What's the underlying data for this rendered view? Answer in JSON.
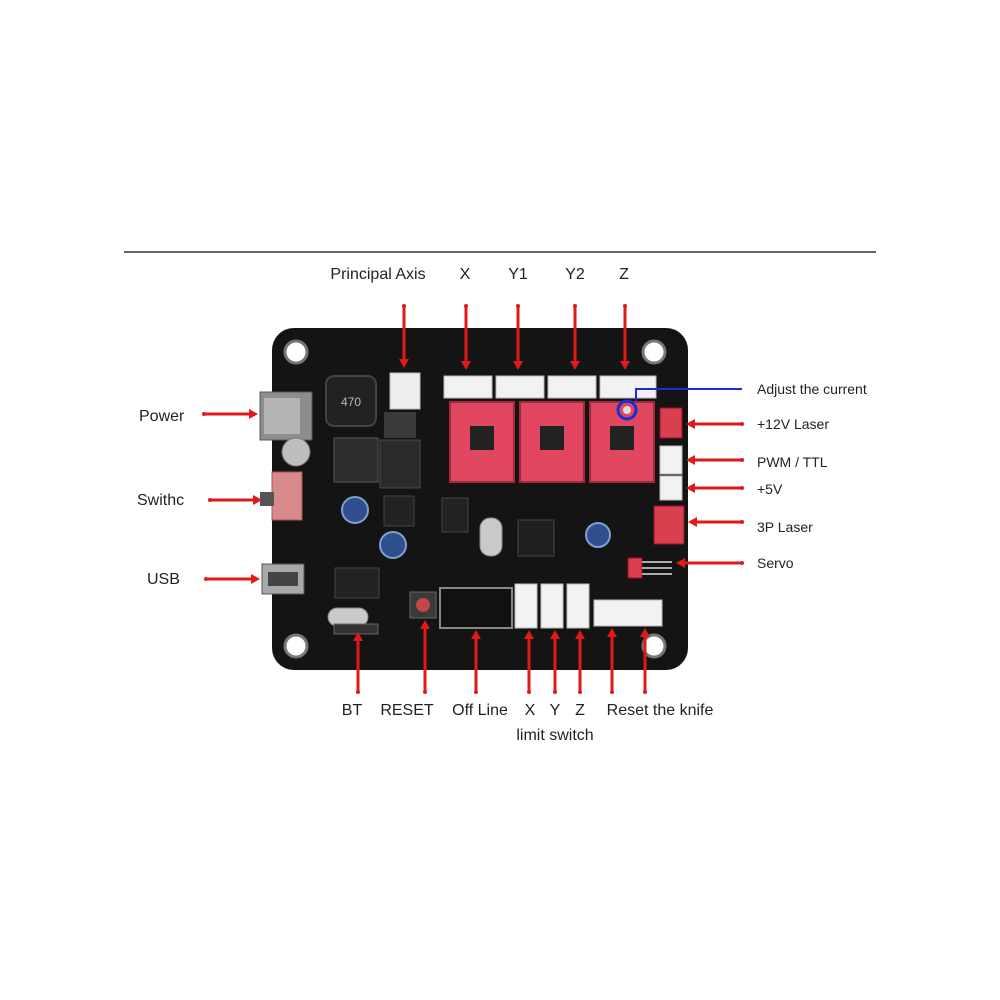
{
  "top_labels": [
    "Principal Axis",
    "X",
    "Y1",
    "Y2",
    "Z"
  ],
  "left_labels": [
    "Power",
    "Swithc",
    "USB"
  ],
  "right_labels": [
    "Adjust the current",
    "+12V Laser",
    "PWM / TTL",
    "+5V",
    "3P Laser",
    "Servo"
  ],
  "bottom_labels": [
    "BT",
    "RESET",
    "Off Line",
    "X",
    "Y",
    "Z",
    "Reset the knife"
  ],
  "bottom_sublabel": "limit switch",
  "colors": {
    "board": "#141414",
    "pointer": "#e0191b",
    "highlight": "#1a2fd6",
    "driver": "#e0465e",
    "connector": "#f2f2f2",
    "label": "#222222"
  }
}
